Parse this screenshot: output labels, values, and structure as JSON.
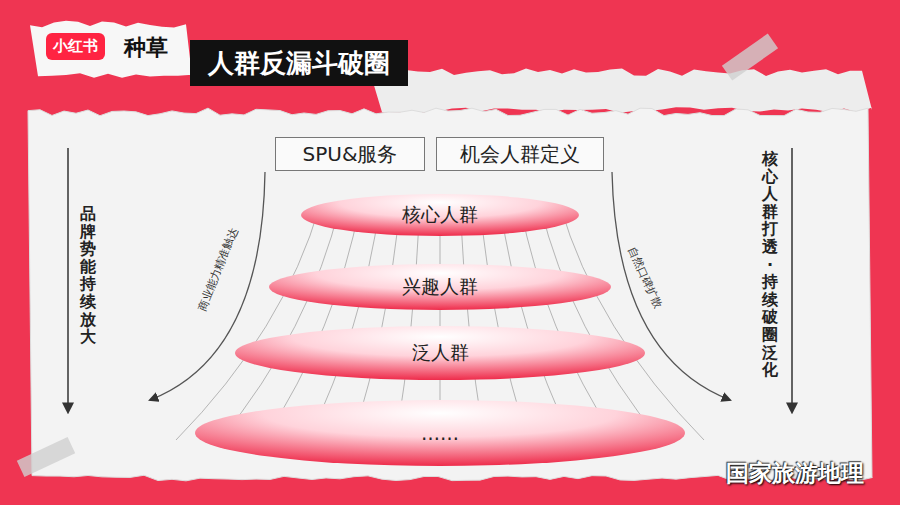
{
  "diagram": {
    "title": "人群反漏斗破圈",
    "nodes": [
      {
        "text": [
          "SPU&服务"
        ]
      },
      {
        "text": [
          "机会人群定义"
        ]
      },
      {
        "text": [
          "核心人群"
        ]
      },
      {
        "text": [
          "兴趣人群"
        ]
      },
      {
        "text": [
          "泛人群"
        ]
      },
      {
        "text": [
          "……"
        ]
      }
    ],
    "labels": [
      "小红书",
      "种草",
      "品牌势能持续放大",
      "商业能力精准触达",
      "自然口碑扩散",
      "核心人群打透·持续破圈泛化",
      "国家旅游地理"
    ]
  }
}
